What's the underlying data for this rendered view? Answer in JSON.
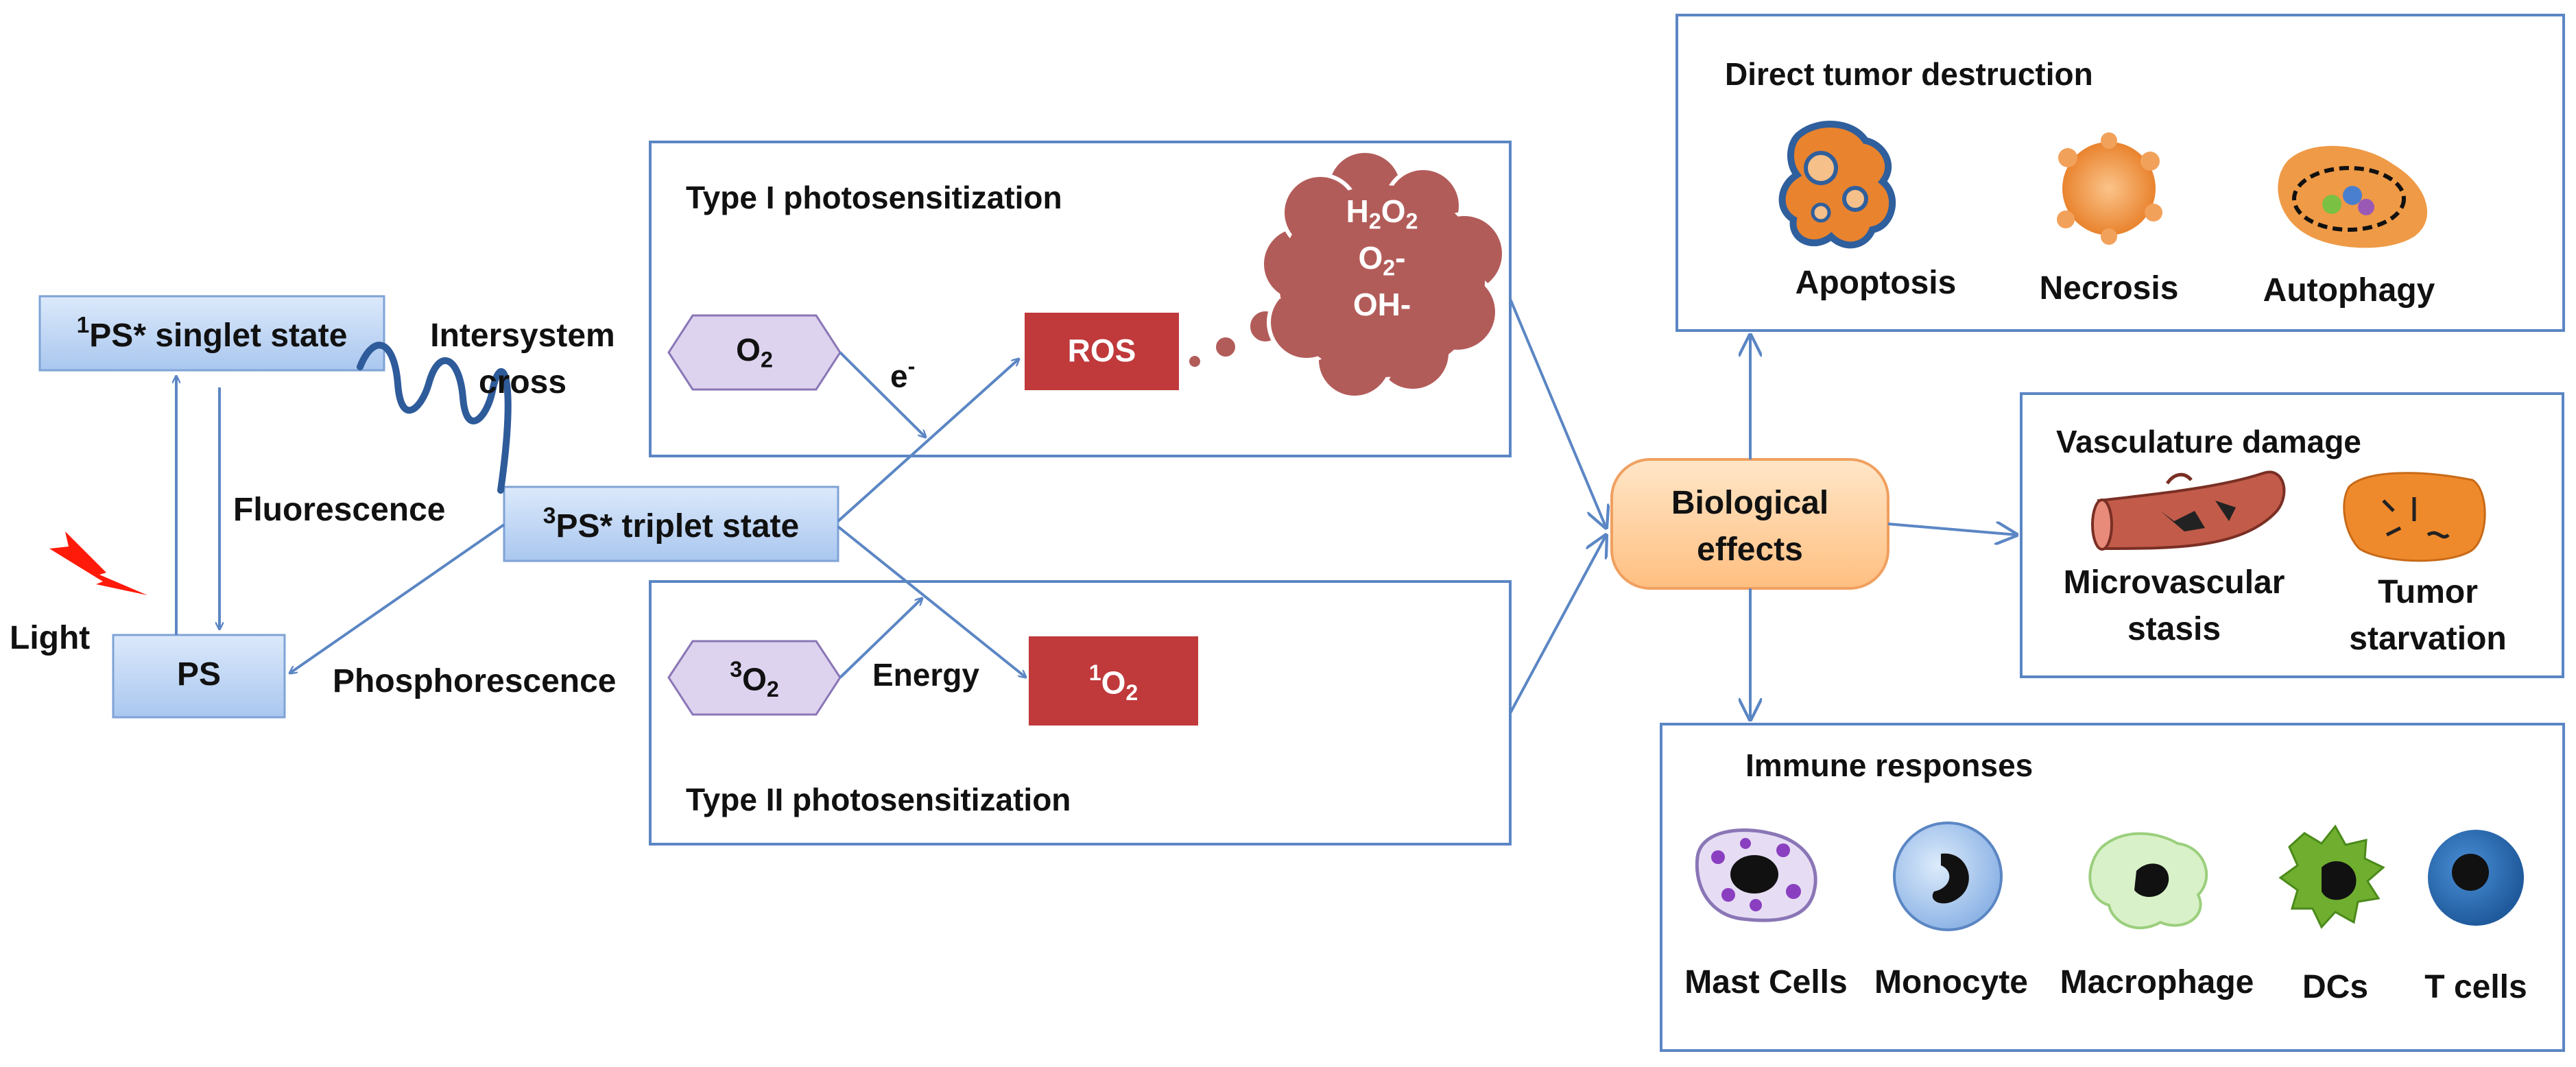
{
  "states": {
    "singlet_sup": "1",
    "singlet_label": "PS* singlet state",
    "triplet_sup": "3",
    "triplet_label": "PS* triplet state",
    "ground_label": "PS"
  },
  "transitions": {
    "isc_line1": "Intersystem",
    "isc_line2": "cross",
    "fluorescence": "Fluorescence",
    "phosphorescence": "Phosphorescence",
    "light": "Light"
  },
  "type1": {
    "title": "Type I photosensitization",
    "o2_main": "O",
    "o2_sub": "2",
    "electron_main": "e",
    "electron_sup": "-",
    "ros": "ROS",
    "cloud_line1_a": "H",
    "cloud_line1_b": "2",
    "cloud_line1_c": "O",
    "cloud_line1_d": "2",
    "cloud_line2_a": "O",
    "cloud_line2_b": "2",
    "cloud_line2_c": "-",
    "cloud_line3": "OH-"
  },
  "type2": {
    "title": "Type II photosensitization",
    "o2_sup": "3",
    "o2_main": "O",
    "o2_sub": "2",
    "energy": "Energy",
    "singlet_o2_sup": "1",
    "singlet_o2_main": "O",
    "singlet_o2_sub": "2"
  },
  "bio": {
    "line1": "Biological",
    "line2": "effects"
  },
  "direct": {
    "title": "Direct tumor destruction",
    "apoptosis": "Apoptosis",
    "necrosis": "Necrosis",
    "autophagy": "Autophagy"
  },
  "vascular": {
    "title": "Vasculature damage",
    "micro_line1": "Microvascular",
    "micro_line2": "stasis",
    "tumor_line1": "Tumor",
    "tumor_line2": "starvation"
  },
  "immune": {
    "title": "Immune responses",
    "mast": "Mast Cells",
    "monocyte": "Monocyte",
    "macrophage": "Macrophage",
    "dcs": "DCs",
    "tcells": "T cells"
  },
  "colors": {
    "state_fill_top": "#dce9fb",
    "state_fill_bottom": "#a9c7ef",
    "state_border": "#7fa3d6",
    "panel_border": "#5b86c4",
    "arrow": "#5b86c4",
    "hexagon_fill": "#ddd3ee",
    "hexagon_border": "#8a76b6",
    "red_box": "#c0393b",
    "cloud": "#b25c5a",
    "bio_fill": "#ffd0a0",
    "bio_border": "#f0a060",
    "squiggle": "#2e5b9a",
    "lightning": "#ff1a0a"
  }
}
